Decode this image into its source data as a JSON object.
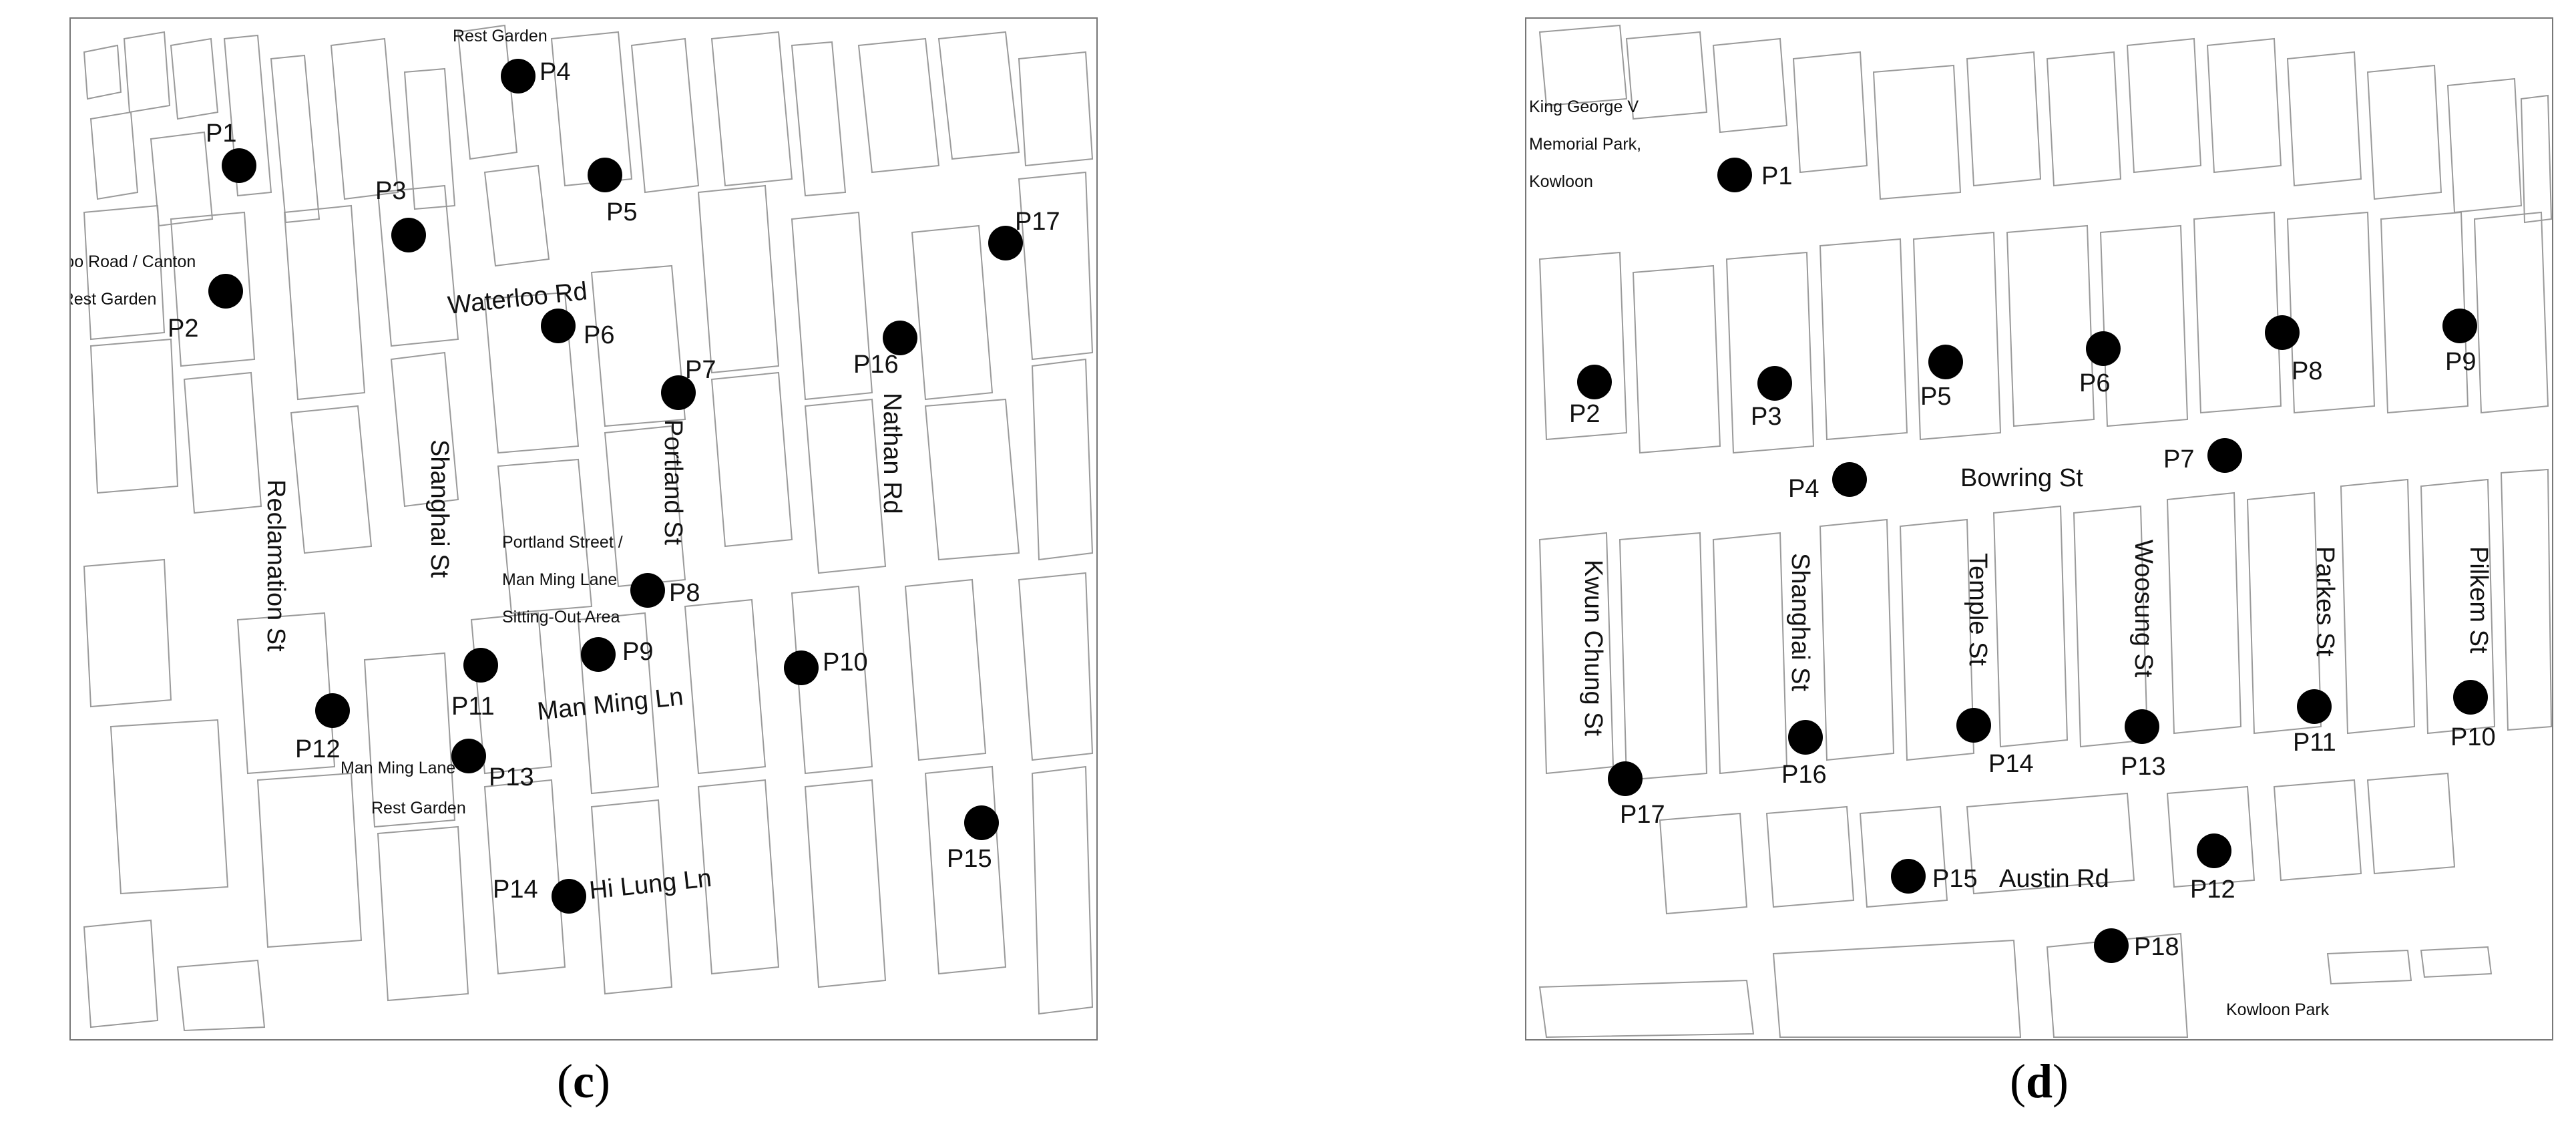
{
  "panel_c": {
    "caption_letter": "c",
    "points": [
      {
        "id": "P1",
        "label": "P1"
      },
      {
        "id": "P2",
        "label": "P2"
      },
      {
        "id": "P3",
        "label": "P3"
      },
      {
        "id": "P4",
        "label": "P4"
      },
      {
        "id": "P5",
        "label": "P5"
      },
      {
        "id": "P6",
        "label": "P6"
      },
      {
        "id": "P7",
        "label": "P7"
      },
      {
        "id": "P8",
        "label": "P8"
      },
      {
        "id": "P9",
        "label": "P9"
      },
      {
        "id": "P10",
        "label": "P10"
      },
      {
        "id": "P11",
        "label": "P11"
      },
      {
        "id": "P12",
        "label": "P12"
      },
      {
        "id": "P13",
        "label": "P13"
      },
      {
        "id": "P14",
        "label": "P14"
      },
      {
        "id": "P15",
        "label": "P15"
      },
      {
        "id": "P16",
        "label": "P16"
      },
      {
        "id": "P17",
        "label": "P17"
      }
    ],
    "streets": {
      "waterloo_rd": "Waterloo Rd",
      "portland_st": "Portland St",
      "nathan_rd": "Nathan Rd",
      "shanghai_st": "Shanghai St",
      "reclamation_st": "Reclamation St",
      "man_ming_ln": "Man Ming Ln",
      "hi_lung_ln": "Hi Lung Ln"
    },
    "places": {
      "rest_garden": [
        "Rest Garden"
      ],
      "waterloo_canton": [
        "Waterloo Road / Canton",
        "Road Rest Garden"
      ],
      "portland_man_ming": [
        "Portland Street /",
        "Man Ming Lane",
        "Sitting-Out Area"
      ],
      "man_ming_rest": [
        "Man Ming Lane",
        "Rest Garden"
      ]
    }
  },
  "panel_d": {
    "caption_letter": "d",
    "points": [
      {
        "id": "P1",
        "label": "P1"
      },
      {
        "id": "P2",
        "label": "P2"
      },
      {
        "id": "P3",
        "label": "P3"
      },
      {
        "id": "P4",
        "label": "P4"
      },
      {
        "id": "P5",
        "label": "P5"
      },
      {
        "id": "P6",
        "label": "P6"
      },
      {
        "id": "P7",
        "label": "P7"
      },
      {
        "id": "P8",
        "label": "P8"
      },
      {
        "id": "P9",
        "label": "P9"
      },
      {
        "id": "P10",
        "label": "P10"
      },
      {
        "id": "P11",
        "label": "P11"
      },
      {
        "id": "P12",
        "label": "P12"
      },
      {
        "id": "P13",
        "label": "P13"
      },
      {
        "id": "P14",
        "label": "P14"
      },
      {
        "id": "P15",
        "label": "P15"
      },
      {
        "id": "P16",
        "label": "P16"
      },
      {
        "id": "P17",
        "label": "P17"
      },
      {
        "id": "P18",
        "label": "P18"
      }
    ],
    "streets": {
      "bowring_st": "Bowring St",
      "kwun_chung_st": "Kwun Chung St",
      "shanghai_st": "Shanghai St",
      "temple_st": "Temple St",
      "woosung_st": "Woosung St",
      "parkes_st": "Parkes St",
      "pilkem_st": "Pilkem St",
      "austin_rd": "Austin Rd"
    },
    "places": {
      "king_george": [
        "King George V",
        "Memorial Park,",
        "Kowloon"
      ],
      "kowloon_park": [
        "Kowloon Park"
      ]
    }
  }
}
